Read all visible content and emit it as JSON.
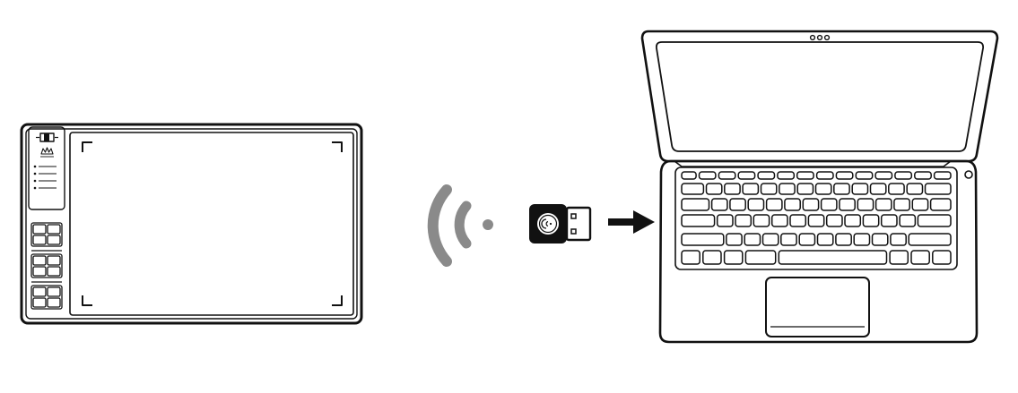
{
  "diagram": {
    "nodes": [
      {
        "id": "tablet",
        "kind": "pen-tablet",
        "express_key_groups": 3,
        "keys_per_group": 4,
        "indicator_lights": 4
      },
      {
        "id": "wireless-signal",
        "kind": "wifi-arcs",
        "arcs": 2
      },
      {
        "id": "usb-receiver",
        "kind": "usb-dongle"
      },
      {
        "id": "laptop",
        "kind": "laptop",
        "keyboard_rows": 6
      }
    ],
    "edges": [
      {
        "from": "tablet",
        "to": "usb-receiver",
        "style": "wireless"
      },
      {
        "from": "usb-receiver",
        "to": "laptop",
        "style": "arrow"
      }
    ],
    "colors": {
      "line": "#111111",
      "signal": "#8a8a8a",
      "background": "#ffffff"
    }
  }
}
